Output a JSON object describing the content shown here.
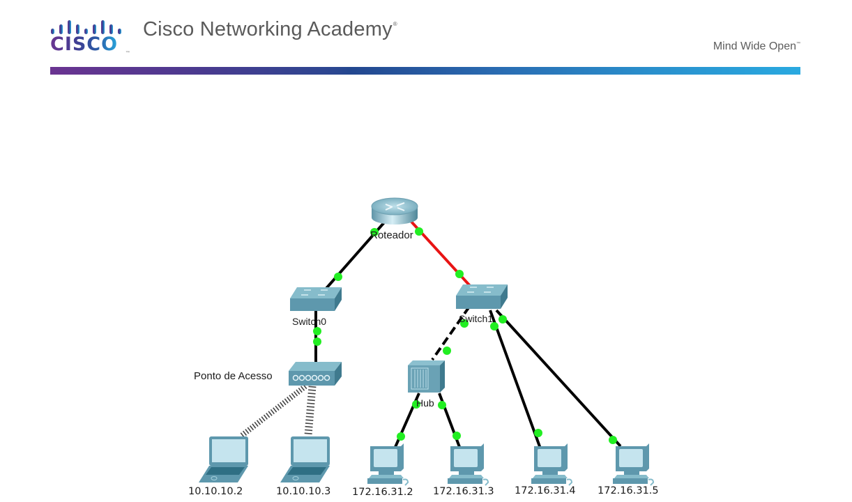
{
  "header": {
    "logo_word": "CISCO",
    "logo_tm": "™",
    "title": "Cisco Networking Academy",
    "title_mark": "®",
    "tagline": "Mind Wide Open",
    "tagline_mark": "™",
    "brand_gradient": [
      "#6a3491",
      "#23478f",
      "#2aa9e0"
    ]
  },
  "topology": {
    "colors": {
      "link": "#000000",
      "crossover_link": "#e81414",
      "port_up": "#22ee22",
      "device_body": "#5e98ad",
      "device_light": "#a9d4e0"
    },
    "devices": [
      {
        "id": "router",
        "type": "router",
        "label": "Roteador"
      },
      {
        "id": "switch0",
        "type": "switch",
        "label": "Switch0"
      },
      {
        "id": "switch1",
        "type": "switch",
        "label": "Switch1"
      },
      {
        "id": "ap",
        "type": "access-point",
        "label": "Ponto de Acesso"
      },
      {
        "id": "hub",
        "type": "hub",
        "label": "Hub"
      },
      {
        "id": "laptop1",
        "type": "laptop",
        "label": "10.10.10.2"
      },
      {
        "id": "laptop2",
        "type": "laptop",
        "label": "10.10.10.3"
      },
      {
        "id": "pc1",
        "type": "pc",
        "label": "172.16.31.2"
      },
      {
        "id": "pc2",
        "type": "pc",
        "label": "172.16.31.3"
      },
      {
        "id": "pc3",
        "type": "pc",
        "label": "172.16.31.4"
      },
      {
        "id": "pc4",
        "type": "pc",
        "label": "172.16.31.5"
      }
    ],
    "links": [
      {
        "from": "router",
        "to": "switch0",
        "type": "straight-through"
      },
      {
        "from": "router",
        "to": "switch1",
        "type": "crossover"
      },
      {
        "from": "switch0",
        "to": "ap",
        "type": "straight-through"
      },
      {
        "from": "switch1",
        "to": "hub",
        "type": "crossover-dashed"
      },
      {
        "from": "switch1",
        "to": "pc3",
        "type": "straight-through"
      },
      {
        "from": "switch1",
        "to": "pc4",
        "type": "straight-through"
      },
      {
        "from": "hub",
        "to": "pc1",
        "type": "straight-through"
      },
      {
        "from": "hub",
        "to": "pc2",
        "type": "straight-through"
      },
      {
        "from": "ap",
        "to": "laptop1",
        "type": "wireless"
      },
      {
        "from": "ap",
        "to": "laptop2",
        "type": "wireless"
      }
    ]
  }
}
